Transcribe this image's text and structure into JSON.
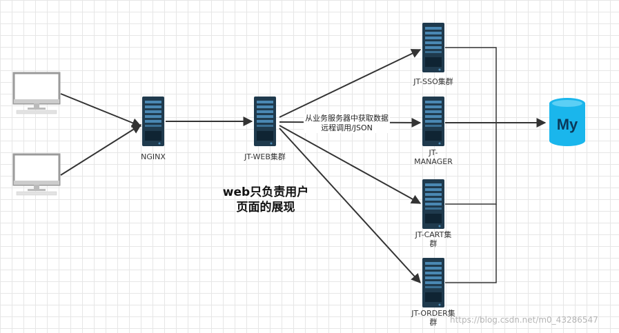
{
  "nodes": {
    "client_a": {
      "label": ""
    },
    "client_b": {
      "label": ""
    },
    "nginx": {
      "label": "NGINX"
    },
    "jt_web": {
      "label": "JT-WEB集群"
    },
    "jt_sso": {
      "label": "JT-SSO集群"
    },
    "jt_manager": {
      "label_line1": "JT-",
      "label_line2": "MANAGER"
    },
    "jt_cart": {
      "label_line1": "JT-CART集",
      "label_line2": "群"
    },
    "jt_order": {
      "label_line1": "JT-ORDER集",
      "label_line2": "群"
    },
    "mysql": {
      "logo_text": "My"
    }
  },
  "edge_label": {
    "line1": "从业务服务器中获取数据",
    "line2": "远程调用/JSON"
  },
  "note": {
    "line1": "web只负责用户",
    "line2": "页面的展现"
  },
  "watermark": "https://blog.csdn.net/m0_43286547",
  "colors": {
    "server_body": "#1f3a4d",
    "server_bar": "#4a88b3",
    "db_cyan": "#1ab6ec",
    "edge": "#333333"
  }
}
